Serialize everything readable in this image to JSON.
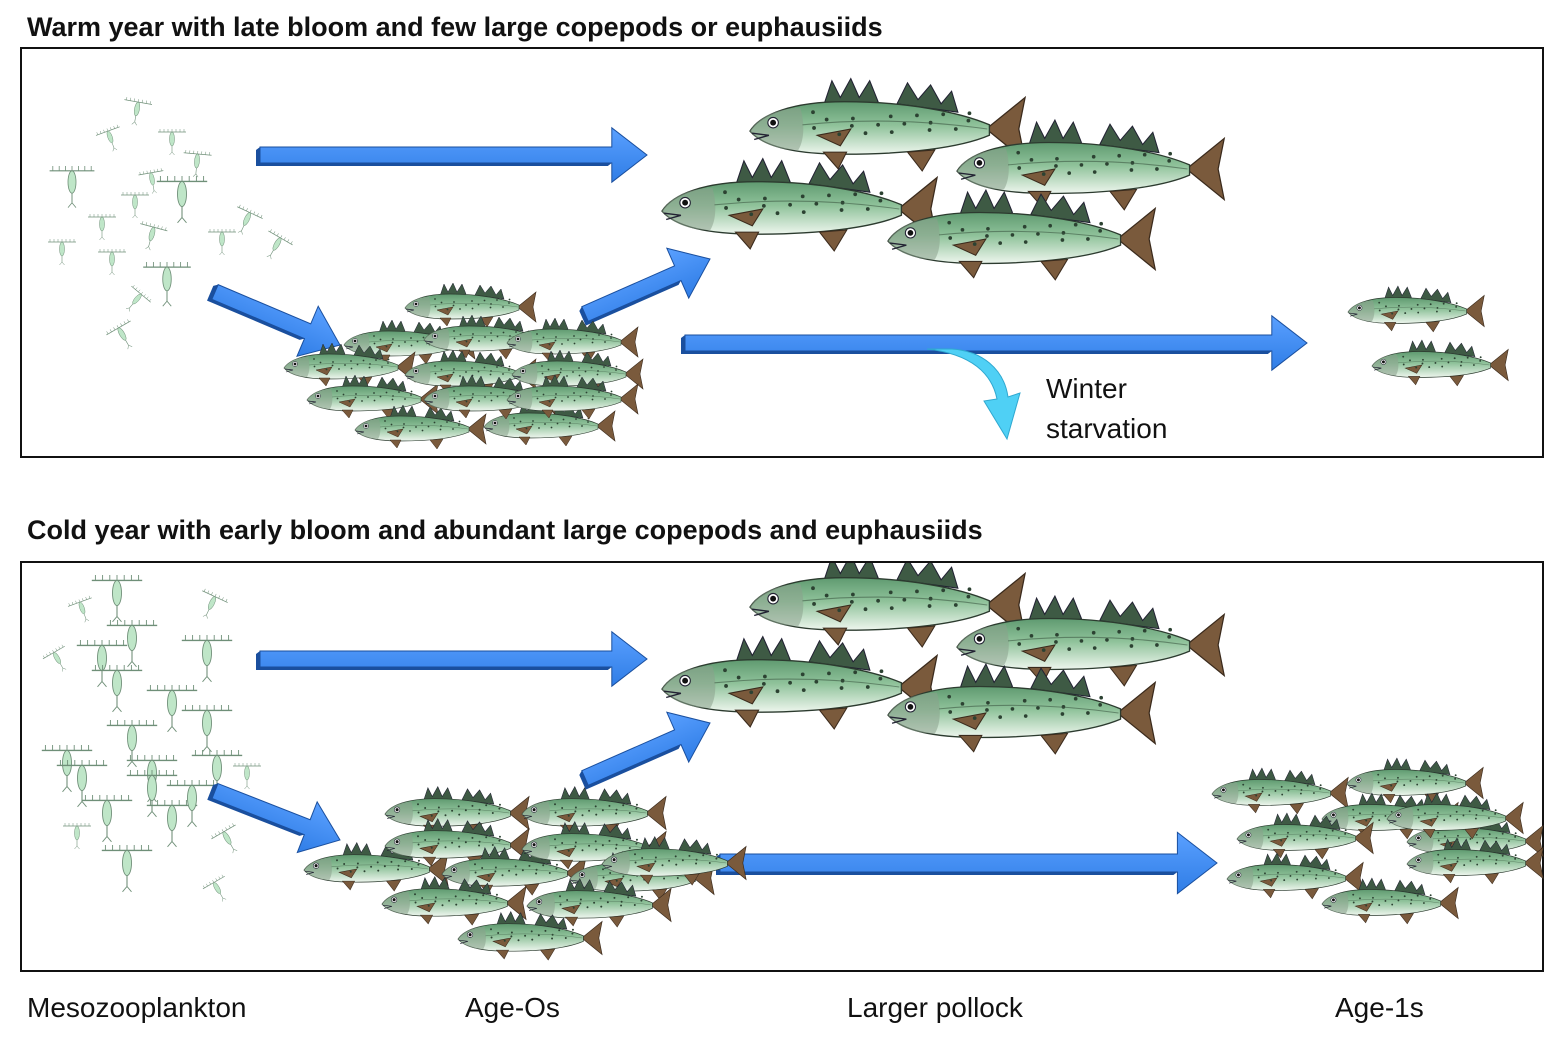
{
  "panels": [
    {
      "id": "warm",
      "title": "Warm year with late bloom and few large copepods or euphausiids",
      "annotation_line1": "Winter",
      "annotation_line2": "starvation"
    },
    {
      "id": "cold",
      "title": "Cold year with early bloom and abundant large copepods and euphausiids"
    }
  ],
  "columns": {
    "mesozooplankton": "Mesozooplankton",
    "age0": "Age-Os",
    "larger": "Larger pollock",
    "age1": "Age-1s"
  },
  "colors": {
    "arrow": "#2f7de6",
    "arrow_dark": "#1a4f9e",
    "starvation_arrow": "#4fd0f5",
    "fish_body": "#8fc29a",
    "fish_belly": "#eef6ee",
    "fish_fin": "#7a5a3c",
    "copepod": "#bfe6c8"
  }
}
